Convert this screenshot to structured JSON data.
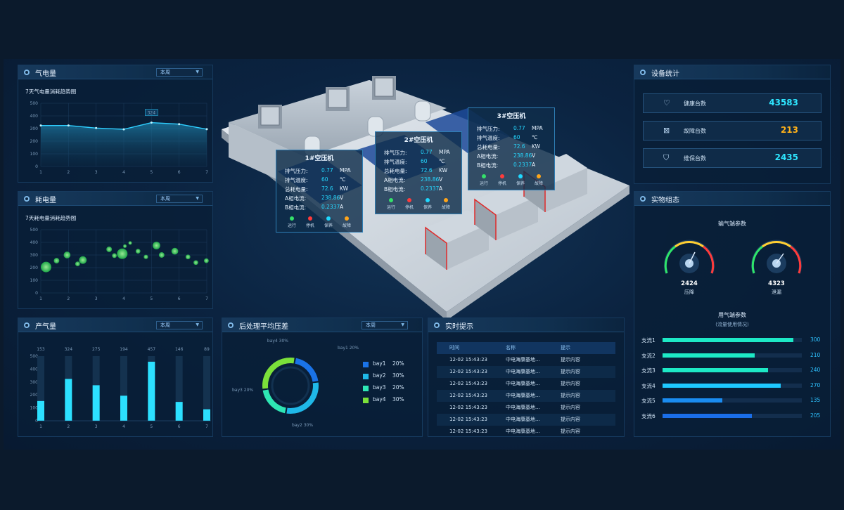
{
  "gas_panel": {
    "title": "气电量",
    "select": "本周",
    "subtitle": "7天气电量消耗趋势图",
    "tooltip": "324",
    "y_ticks": [
      "500",
      "400",
      "300",
      "200",
      "100",
      "0"
    ],
    "x_ticks": [
      "1",
      "2",
      "3",
      "4",
      "5",
      "6",
      "7"
    ],
    "chart_data": {
      "type": "area",
      "x": [
        1,
        2,
        3,
        4,
        5,
        6,
        7
      ],
      "values": [
        324,
        324,
        304,
        294,
        347,
        335,
        295
      ],
      "ylim": [
        0,
        500
      ],
      "grid": true
    }
  },
  "power_panel": {
    "title": "耗电量",
    "select": "本周",
    "subtitle": "7天耗电量消耗趋势图",
    "y_ticks": [
      "500",
      "400",
      "300",
      "200",
      "100",
      "0"
    ],
    "x_ticks": [
      "1",
      "2",
      "3",
      "4",
      "5",
      "6",
      "7"
    ],
    "chart_data": {
      "type": "scatter",
      "xlim": [
        1,
        7
      ],
      "ylim": [
        0,
        500
      ],
      "grid": true,
      "points": [
        [
          1.2,
          205,
          22
        ],
        [
          1.6,
          255,
          10
        ],
        [
          2,
          300,
          13
        ],
        [
          2.4,
          230,
          8
        ],
        [
          2.6,
          260,
          15
        ],
        [
          3.6,
          345,
          10
        ],
        [
          3.8,
          295,
          8
        ],
        [
          4.1,
          310,
          22
        ],
        [
          4.2,
          370,
          5
        ],
        [
          4.4,
          395,
          5
        ],
        [
          4.7,
          330,
          8
        ],
        [
          5,
          285,
          7
        ],
        [
          5.4,
          375,
          15
        ],
        [
          5.6,
          300,
          10
        ],
        [
          6.1,
          330,
          13
        ],
        [
          6.6,
          285,
          8
        ],
        [
          6.9,
          240,
          8
        ],
        [
          7.3,
          255,
          8
        ],
        [
          7.8,
          240,
          7
        ]
      ]
    }
  },
  "output_panel": {
    "title": "产气量",
    "select": "本周",
    "y_ticks": [
      "500",
      "400",
      "300",
      "200",
      "100",
      "0"
    ],
    "x_ticks": [
      "1",
      "2",
      "3",
      "4",
      "5",
      "6",
      "7"
    ],
    "chart_data": {
      "type": "bar",
      "categories": [
        "1",
        "2",
        "3",
        "4",
        "5",
        "6",
        "7"
      ],
      "values": [
        153,
        324,
        275,
        194,
        457,
        146,
        89
      ],
      "ylim": [
        0,
        500
      ]
    }
  },
  "pressure_panel": {
    "title": "后处理平均压差",
    "select": "本周",
    "donut_labels": [
      "bay1 20%",
      "bay2 30%",
      "bay3 20%",
      "bay4 30%"
    ],
    "legend": [
      {
        "name": "bay1",
        "pct": "20%",
        "color": "#1a73e8"
      },
      {
        "name": "bay2",
        "pct": "30%",
        "color": "#1fb8e8"
      },
      {
        "name": "bay3",
        "pct": "20%",
        "color": "#2ee6b4"
      },
      {
        "name": "bay4",
        "pct": "30%",
        "color": "#7be03a"
      }
    ],
    "chart_data": {
      "type": "pie",
      "categories": [
        "bay1",
        "bay2",
        "bay3",
        "bay4"
      ],
      "values": [
        20,
        30,
        20,
        30
      ]
    }
  },
  "alerts_panel": {
    "title": "实时提示",
    "headers": [
      "时间",
      "名称",
      "提示"
    ],
    "rows": [
      [
        "12-02 15:43:23",
        "中电海康基地...",
        "提示内容"
      ],
      [
        "12-02 15:43:23",
        "中电海康基地...",
        "提示内容"
      ],
      [
        "12-02 15:43:23",
        "中电海康基地...",
        "提示内容"
      ],
      [
        "12-02 15:43:23",
        "中电海康基地...",
        "提示内容"
      ],
      [
        "12-02 15:43:23",
        "中电海康基地...",
        "提示内容"
      ],
      [
        "12-02 15:43:23",
        "中电海康基地...",
        "提示内容"
      ],
      [
        "12-02 15:43:23",
        "中电海康基地...",
        "提示内容"
      ]
    ]
  },
  "device_panel": {
    "title": "设备统计",
    "stats": [
      {
        "label": "健康台数",
        "value": "43583",
        "color": "#2ee6ff",
        "icon": "♡"
      },
      {
        "label": "故障台数",
        "value": "213",
        "color": "#ffb21a",
        "icon": "⊠"
      },
      {
        "label": "维保台数",
        "value": "2435",
        "color": "#2ee6ff",
        "icon": "⛉"
      }
    ]
  },
  "status_panel": {
    "title": "实物组态",
    "inlet_title": "输气端参数",
    "gauges": [
      {
        "value": "2424",
        "label": "压降"
      },
      {
        "value": "4323",
        "label": "泄漏"
      }
    ],
    "outlet_title": "用气端参数",
    "outlet_sub": "(流量使用情况)",
    "branches": [
      {
        "label": "支流1",
        "value": "300",
        "fill": 0.94,
        "color": "#1de9c6"
      },
      {
        "label": "支流2",
        "value": "210",
        "fill": 0.66,
        "color": "#1de9c6"
      },
      {
        "label": "支流3",
        "value": "240",
        "fill": 0.76,
        "color": "#1de9c6"
      },
      {
        "label": "支流4",
        "value": "270",
        "fill": 0.85,
        "color": "#1ec8ff"
      },
      {
        "label": "支流5",
        "value": "135",
        "fill": 0.43,
        "color": "#1a8cf0"
      },
      {
        "label": "支流6",
        "value": "205",
        "fill": 0.64,
        "color": "#1a6ee8"
      }
    ]
  },
  "compressors": [
    {
      "title": "1#空压机",
      "rows": [
        [
          "排气压力:",
          "0.77",
          "MPA"
        ],
        [
          "排气温度:",
          "60",
          "℃"
        ],
        [
          "总耗电量:",
          "72.6",
          "KW"
        ],
        [
          "A相电流:",
          "238.86",
          "V"
        ],
        [
          "B相电流:",
          "0.2337",
          "A"
        ]
      ]
    },
    {
      "title": "2#空压机",
      "rows": [
        [
          "排气压力:",
          "0.77",
          "MPA"
        ],
        [
          "排气温度:",
          "60",
          "℃"
        ],
        [
          "总耗电量:",
          "72.6",
          "KW"
        ],
        [
          "A相电流:",
          "238.86",
          "V"
        ],
        [
          "B相电流:",
          "0.2337",
          "A"
        ]
      ]
    },
    {
      "title": "3#空压机",
      "rows": [
        [
          "排气压力:",
          "0.77",
          "MPA"
        ],
        [
          "排气温度:",
          "60",
          "℃"
        ],
        [
          "总耗电量:",
          "72.6",
          "KW"
        ],
        [
          "A相电流:",
          "238.86",
          "V"
        ],
        [
          "B相电流:",
          "0.2337",
          "A"
        ]
      ]
    }
  ],
  "status_legend": [
    {
      "label": "运行",
      "color": "#35e06a"
    },
    {
      "label": "停机",
      "color": "#ff3b3b"
    },
    {
      "label": "保养",
      "color": "#1fd8ff"
    },
    {
      "label": "故障",
      "color": "#ffa51a"
    }
  ]
}
